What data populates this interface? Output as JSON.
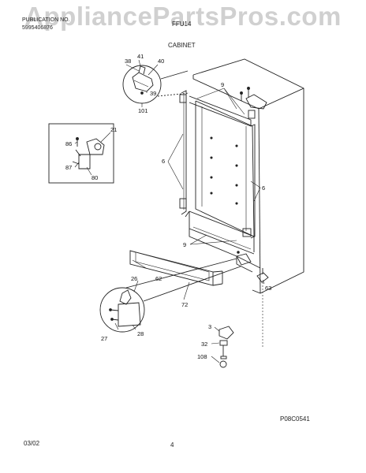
{
  "watermark": "AppliancePartsPros.com",
  "header": {
    "publication_label": "PUBLICATION NO.",
    "publication_no": "5995406876",
    "model_label": "FFU14",
    "section_title": "CABINET"
  },
  "footer": {
    "date": "03/02",
    "page_number": "4",
    "diagram_code": "P08C0541"
  },
  "callouts": {
    "c41": "41",
    "c38": "38",
    "c40": "40",
    "c39": "39",
    "c101": "101",
    "c9a": "9",
    "c21": "21",
    "c86": "86",
    "c87": "87",
    "c80": "80",
    "c6a": "6",
    "c6b": "6",
    "c9b": "9",
    "c63": "63",
    "c26": "26",
    "c62": "62",
    "c72": "72",
    "c27": "27",
    "c28": "28",
    "c3": "3",
    "c32": "32",
    "c108": "108"
  }
}
